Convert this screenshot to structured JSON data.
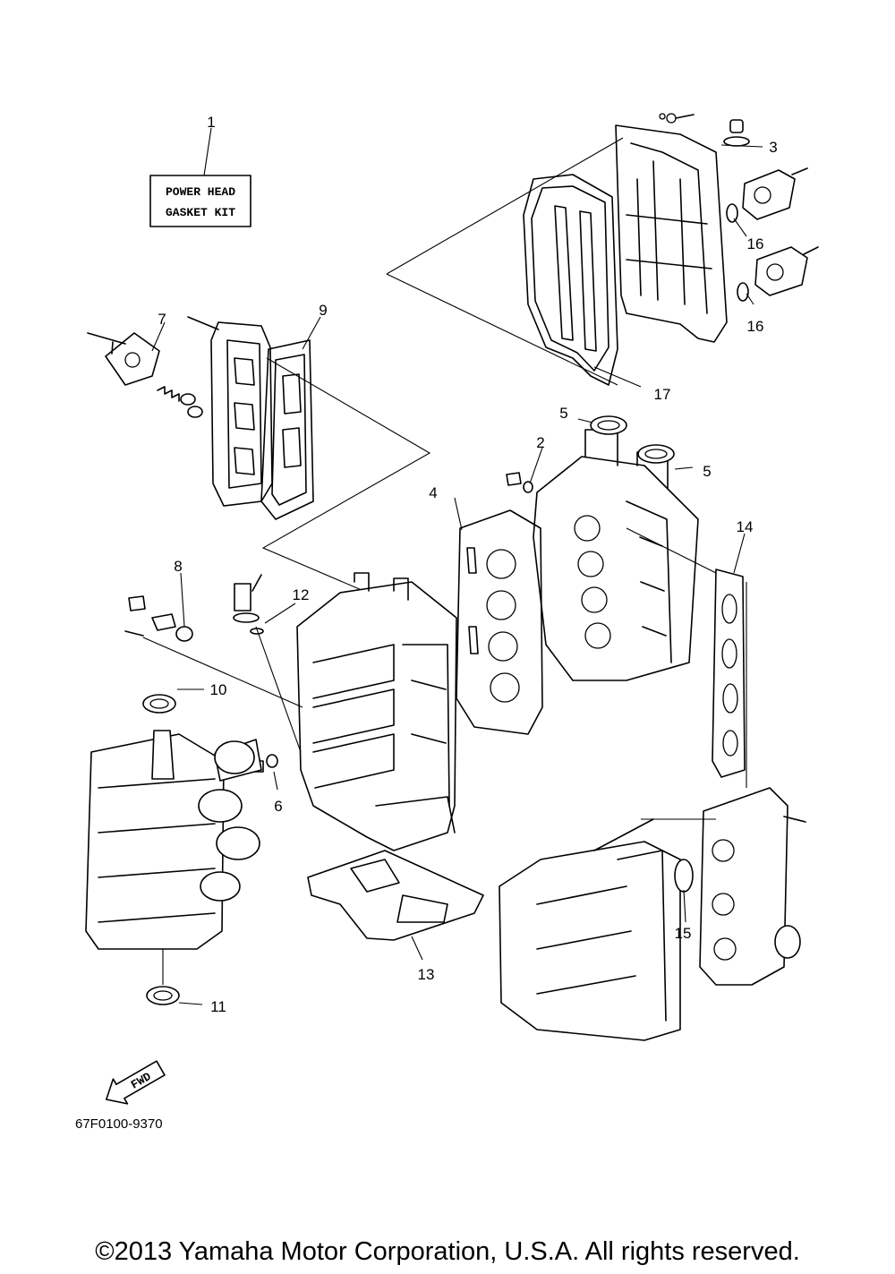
{
  "kit_label": {
    "line1": "POWER HEAD",
    "line2": "GASKET KIT"
  },
  "callouts": {
    "c1": "1",
    "c2": "2",
    "c3": "3",
    "c4": "4",
    "c5a": "5",
    "c5b": "5",
    "c6": "6",
    "c7": "7",
    "c8": "8",
    "c9": "9",
    "c10": "10",
    "c11": "11",
    "c12": "12",
    "c13": "13",
    "c14": "14",
    "c15": "15",
    "c16a": "16",
    "c16b": "16",
    "c17": "17"
  },
  "fwd_label": "FWD",
  "diagram_code": "67F0100-9370",
  "copyright": "©2013 Yamaha Motor Corporation, U.S.A. All rights reserved."
}
